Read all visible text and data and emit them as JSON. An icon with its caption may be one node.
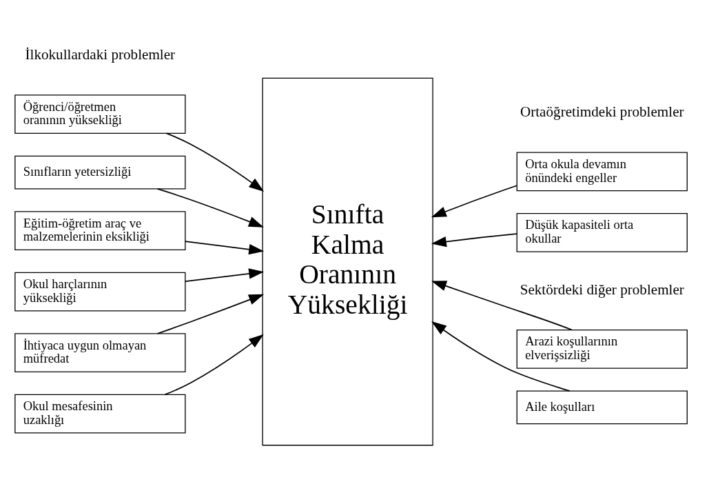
{
  "diagram": {
    "nodes": [
      {
        "text": [
          "Sınıfta Kalma Oranının Yüksekliği"
        ]
      },
      {
        "text": [
          "Öğrenci/öğretmen oranının yüksekliği"
        ]
      },
      {
        "text": [
          "Sınıfların yetersizliği"
        ]
      },
      {
        "text": [
          "Eğitim-öğretim araç ve malzemelerinin eksikliği"
        ]
      },
      {
        "text": [
          "Okul harçlarının yüksekliği"
        ]
      },
      {
        "text": [
          "İhtiyaca uygun olmayan müfredat"
        ]
      },
      {
        "text": [
          "Okul mesafesinin uzaklığı"
        ]
      },
      {
        "text": [
          "Orta okula devamın önündeki engeller"
        ]
      },
      {
        "text": [
          "Düşük kapasiteli orta okullar"
        ]
      },
      {
        "text": [
          "Arazi koşullarının elverişsizliği"
        ]
      },
      {
        "text": [
          "Aile koşulları"
        ]
      }
    ],
    "edges": [
      {
        "from": 1,
        "to": 0,
        "arrow": "to"
      },
      {
        "from": 2,
        "to": 0,
        "arrow": "to"
      },
      {
        "from": 3,
        "to": 0,
        "arrow": "to"
      },
      {
        "from": 4,
        "to": 0,
        "arrow": "to"
      },
      {
        "from": 5,
        "to": 0,
        "arrow": "to"
      },
      {
        "from": 6,
        "to": 0,
        "arrow": "to"
      },
      {
        "from": 7,
        "to": 0,
        "arrow": "to"
      },
      {
        "from": 8,
        "to": 0,
        "arrow": "to"
      },
      {
        "from": 9,
        "to": 0,
        "arrow": "to"
      },
      {
        "from": 10,
        "to": 0,
        "arrow": "to"
      }
    ],
    "labels": [
      "İlkokullardaki problemler",
      "Ortaöğretimdeki problemler",
      "Sektördeki diğer problemler"
    ]
  }
}
